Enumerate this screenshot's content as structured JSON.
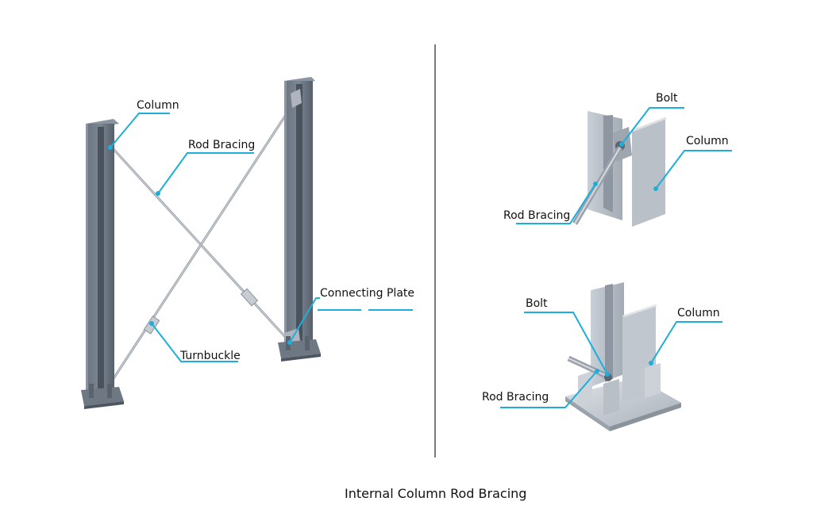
{
  "caption": "Internal Column Rod Bracing",
  "colors": {
    "steel_light": "#c7ccd3",
    "steel_dark": "#5b6571",
    "leader": "#1eaedc",
    "divider": "#7a7a7a"
  },
  "left_panel": {
    "labels": {
      "column": "Column",
      "rod_bracing": "Rod Bracing",
      "connecting_plate": "Connecting Plate",
      "turnbuckle": "Turnbuckle"
    }
  },
  "right_top": {
    "labels": {
      "bolt": "Bolt",
      "column": "Column",
      "rod_bracing": "Rod Bracing"
    }
  },
  "right_bottom": {
    "labels": {
      "bolt": "Bolt",
      "column": "Column",
      "rod_bracing": "Rod Bracing"
    }
  }
}
